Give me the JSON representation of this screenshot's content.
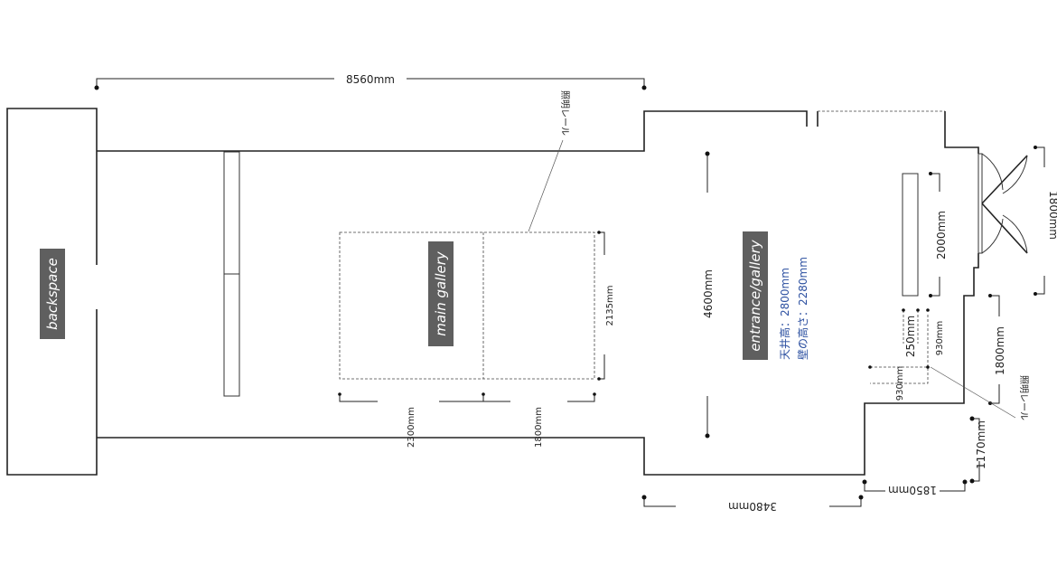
{
  "rooms": {
    "backspace": "backspace",
    "main_gallery": "main gallery",
    "entrance_gallery": "entrance/gallery"
  },
  "info": {
    "ceiling_height": "天井高：2800mm",
    "wall_height": "壁の高さ：2280mm"
  },
  "dimensions": {
    "top_length": "8560mm",
    "bottom_length": "3480mm",
    "entrance_width": "4600mm",
    "rail_span_a": "2300mm",
    "rail_span_b": "1800mm",
    "rail_depth": "2135mm",
    "panel_length": "2000mm",
    "door_width": "1800mm",
    "right_wall": "1800mm",
    "gap_250": "250mm",
    "gap_930_v": "930mm",
    "gap_930_h": "930mm",
    "step_1170": "1170mm",
    "step_1850": "1850mm"
  },
  "annotations": {
    "lighting_rail_top": "照明レール",
    "lighting_rail_right": "照明レール"
  }
}
